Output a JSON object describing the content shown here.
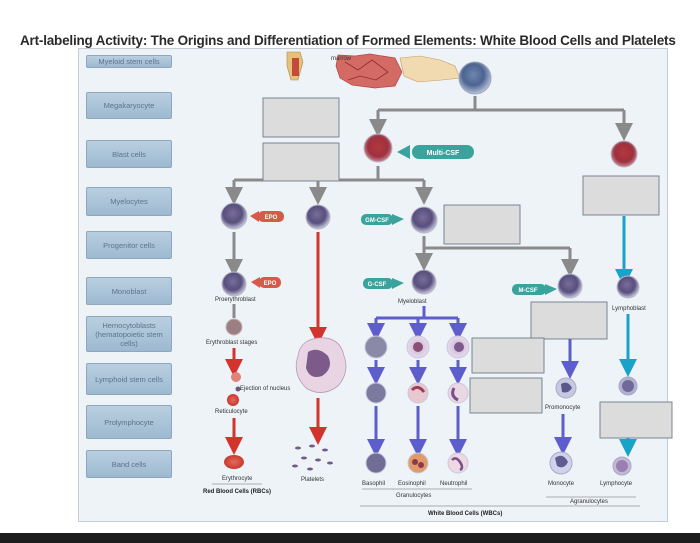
{
  "title": "Art-labeling Activity: The Origins and Differentiation of Formed Elements: White Blood Cells and Platelets",
  "labels": [
    "Myeloid stem cells",
    "Megakaryocyte",
    "Blast cells",
    "Myelocytes",
    "Progenitor cells",
    "Monoblast",
    "Hemocytoblasts (hematopoietic stem cells)",
    "Lymphoid stem cells",
    "Prolymphocyte",
    "Band cells"
  ],
  "diagram": {
    "marrow": "marrow",
    "multi_csf": "Multi-CSF",
    "epo_1": "EPO",
    "epo_2": "EPO",
    "gm_csf": "GM-CSF",
    "g_csf": "G-CSF",
    "m_csf": "M-CSF",
    "proerythroblast": "Proerythroblast",
    "myeloblast": "Myeloblast",
    "lymphoblast": "Lymphoblast",
    "erythroblast_stages": "Erythroblast stages",
    "ejection": "Ejection of nucleus",
    "reticulocyte": "Reticulocyte",
    "promonocyte": "Promonocyte",
    "erythrocyte": "Erythrocyte",
    "platelets": "Platelets",
    "red_blood_cells": "Red Blood Cells (RBCs)",
    "basophil": "Basophil",
    "eosinophil": "Eosinophil",
    "neutrophil": "Neutrophil",
    "granulocytes": "Granulocytes",
    "monocyte": "Monocyte",
    "lymphocyte": "Lymphocyte",
    "agranulocytes": "Agranulocytes",
    "white_blood_cells": "White Blood Cells (WBCs)"
  },
  "colors": {
    "arrow_gray": "#8a8a8a",
    "arrow_red": "#d2342d",
    "arrow_purple": "#5d5ecb",
    "arrow_cyan": "#1aa3c8",
    "factor_red": "#d65a4a",
    "factor_teal": "#39a39c"
  }
}
